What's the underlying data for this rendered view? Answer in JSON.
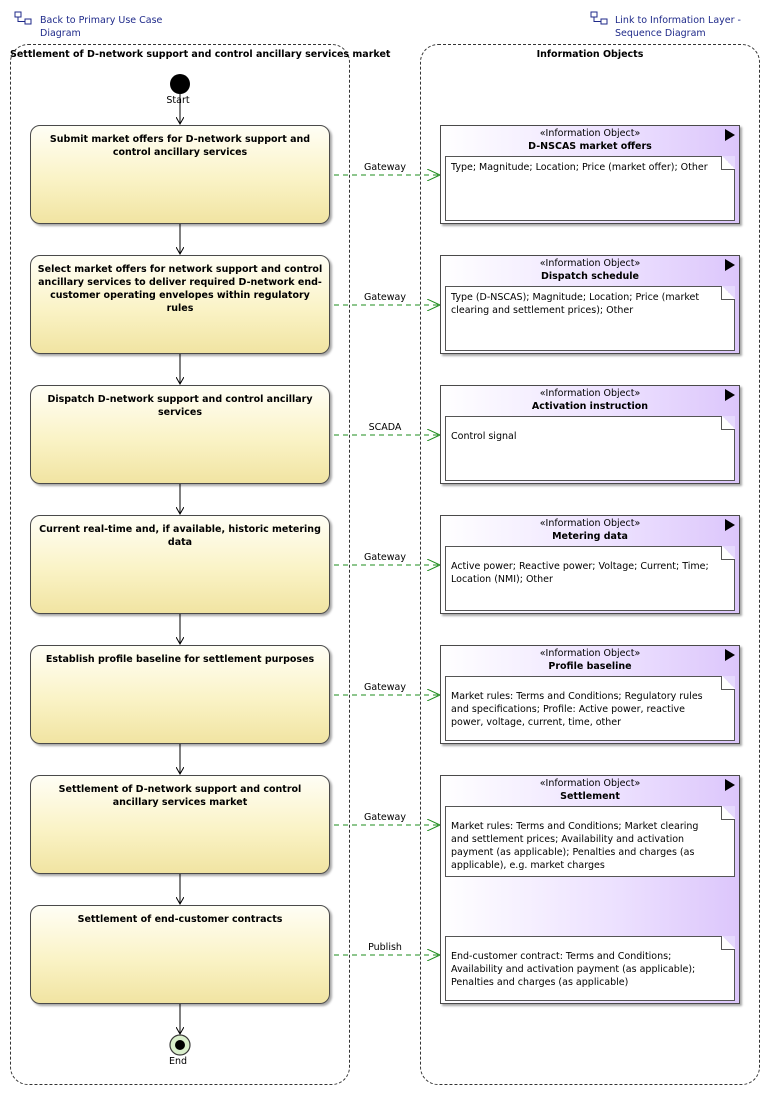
{
  "links": {
    "back": "Back to Primary Use Case Diagram",
    "back_line1": "Back to Primary Use Case",
    "back_line2": "Diagram",
    "forward": "Link to Information Layer - Sequence Diagram",
    "forward_line1": "Link to Information Layer -",
    "forward_line2": "Sequence Diagram"
  },
  "lanes": {
    "left_title": "Settlement of D-network support and control ancillary services market",
    "right_title": "Information Objects"
  },
  "start_label": "Start",
  "end_label": "End",
  "actions": [
    {
      "text": "Submit market offers for D-network support and control ancillary services"
    },
    {
      "text": "Select market offers for network support and control ancillary services to deliver required D-network end-customer operating envelopes within regulatory rules"
    },
    {
      "text": "Dispatch D-network support and control ancillary services"
    },
    {
      "text": "Current real-time and, if available, historic metering data"
    },
    {
      "text": "Establish profile baseline for settlement purposes"
    },
    {
      "text": "Settlement of D-network support and control ancillary services market"
    },
    {
      "text": "Settlement of end-customer contracts"
    }
  ],
  "flows": [
    {
      "label": "Gateway"
    },
    {
      "label": "Gateway"
    },
    {
      "label": "SCADA"
    },
    {
      "label": "Gateway"
    },
    {
      "label": "Gateway"
    },
    {
      "label": "Gateway"
    },
    {
      "label": "Publish"
    }
  ],
  "stereotype": "«Information Object»",
  "objects": [
    {
      "name": "D-NSCAS market offers",
      "notes": [
        "Type; Magnitude; Location; Price (market offer); Other"
      ]
    },
    {
      "name": "Dispatch schedule",
      "notes": [
        "Type (D-NSCAS); Magnitude; Location; Price (market clearing and settlement prices); Other"
      ]
    },
    {
      "name": "Activation instruction",
      "notes": [
        "Control signal"
      ]
    },
    {
      "name": "Metering data",
      "notes": [
        "Active power; Reactive power; Voltage; Current; Time; Location (NMI); Other"
      ]
    },
    {
      "name": "Profile baseline",
      "notes": [
        "Market rules: Terms and Conditions; Regulatory rules and specifications; Profile: Active power, reactive power, voltage, current, time, other"
      ]
    },
    {
      "name": "Settlement",
      "notes": [
        "Market rules: Terms and Conditions; Market clearing and settlement prices; Availability and activation payment (as applicable); Penalties and charges (as applicable), e.g. market charges",
        "End-customer contract: Terms and Conditions; Availability and activation payment (as applicable); Penalties and charges (as applicable)"
      ]
    }
  ],
  "colors": {
    "action_fill": "#faf3c6",
    "object_fill": "#e6dafd",
    "flow_arrow": "#1e8c1e",
    "link_text": "#1f2a8a"
  }
}
